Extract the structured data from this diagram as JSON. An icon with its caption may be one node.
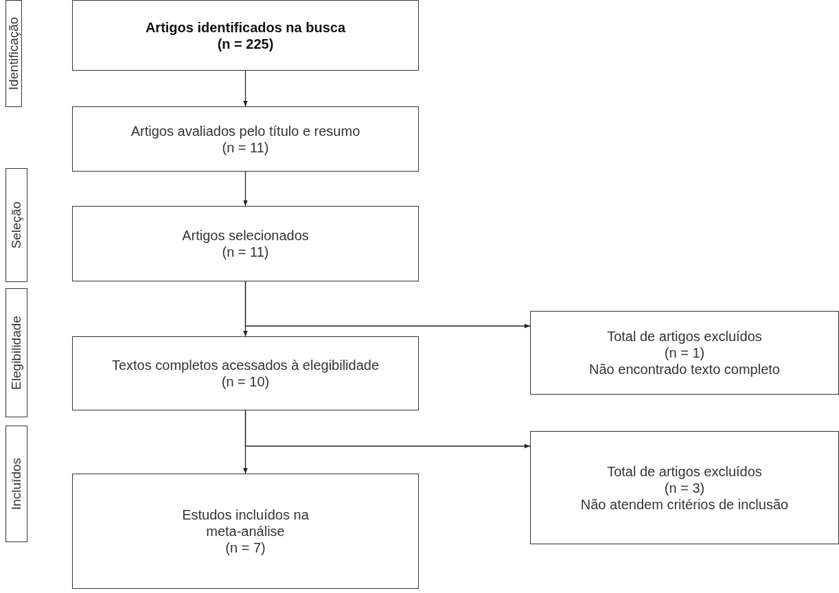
{
  "diagram": {
    "nodes": [
      {
        "text": [
          "Identificação"
        ]
      },
      {
        "text": [
          "Seleção"
        ]
      },
      {
        "text": [
          "Elegibilidade"
        ]
      },
      {
        "text": [
          "Incluídos"
        ]
      },
      {
        "text": [
          "Artigos identificados na busca",
          "(n = 225)"
        ]
      },
      {
        "text": [
          "Artigos avaliados pelo título e resumo",
          "(n = 11)"
        ]
      },
      {
        "text": [
          "Artigos selecionados",
          "(n = 11)"
        ]
      },
      {
        "text": [
          "Textos completos acessados à elegibilidade",
          "(n = 10)"
        ]
      },
      {
        "text": [
          "Total de artigos excluídos",
          "(n = 1)",
          "Não encontrado texto completo"
        ]
      },
      {
        "text": [
          "Total de artigos excluídos",
          "(n = 3)",
          "Não atendem critérios de inclusão"
        ]
      },
      {
        "text": [
          "Estudos incluídos na meta-análise",
          "(n = 7)"
        ]
      }
    ],
    "edges": [
      {
        "from": 4,
        "to": 5,
        "arrow": "to"
      },
      {
        "from": 5,
        "to": 6,
        "arrow": "to"
      },
      {
        "from": 6,
        "to": 7,
        "arrow": "to"
      },
      {
        "from": 6,
        "to": 8,
        "arrow": "to"
      },
      {
        "from": 7,
        "to": 10,
        "arrow": "to"
      },
      {
        "from": 7,
        "to": 9,
        "arrow": "to"
      }
    ]
  }
}
